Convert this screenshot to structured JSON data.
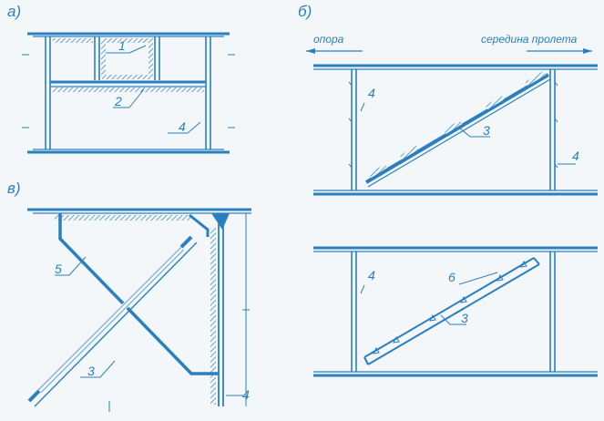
{
  "colors": {
    "line": "#2a7fc1",
    "ink": "#1f5f96",
    "bg": "#f4f7f9"
  },
  "panels": {
    "a": {
      "label": "а)",
      "callouts": [
        "1",
        "2",
        "4"
      ]
    },
    "b": {
      "label": "б)",
      "arrow_left": "опора",
      "arrow_right": "середина пролета",
      "top_callouts": [
        "4",
        "3",
        "4"
      ],
      "bottom_callouts": [
        "4",
        "6",
        "3"
      ]
    },
    "v": {
      "label": "в)",
      "callouts": [
        "5",
        "3",
        "4"
      ]
    }
  }
}
